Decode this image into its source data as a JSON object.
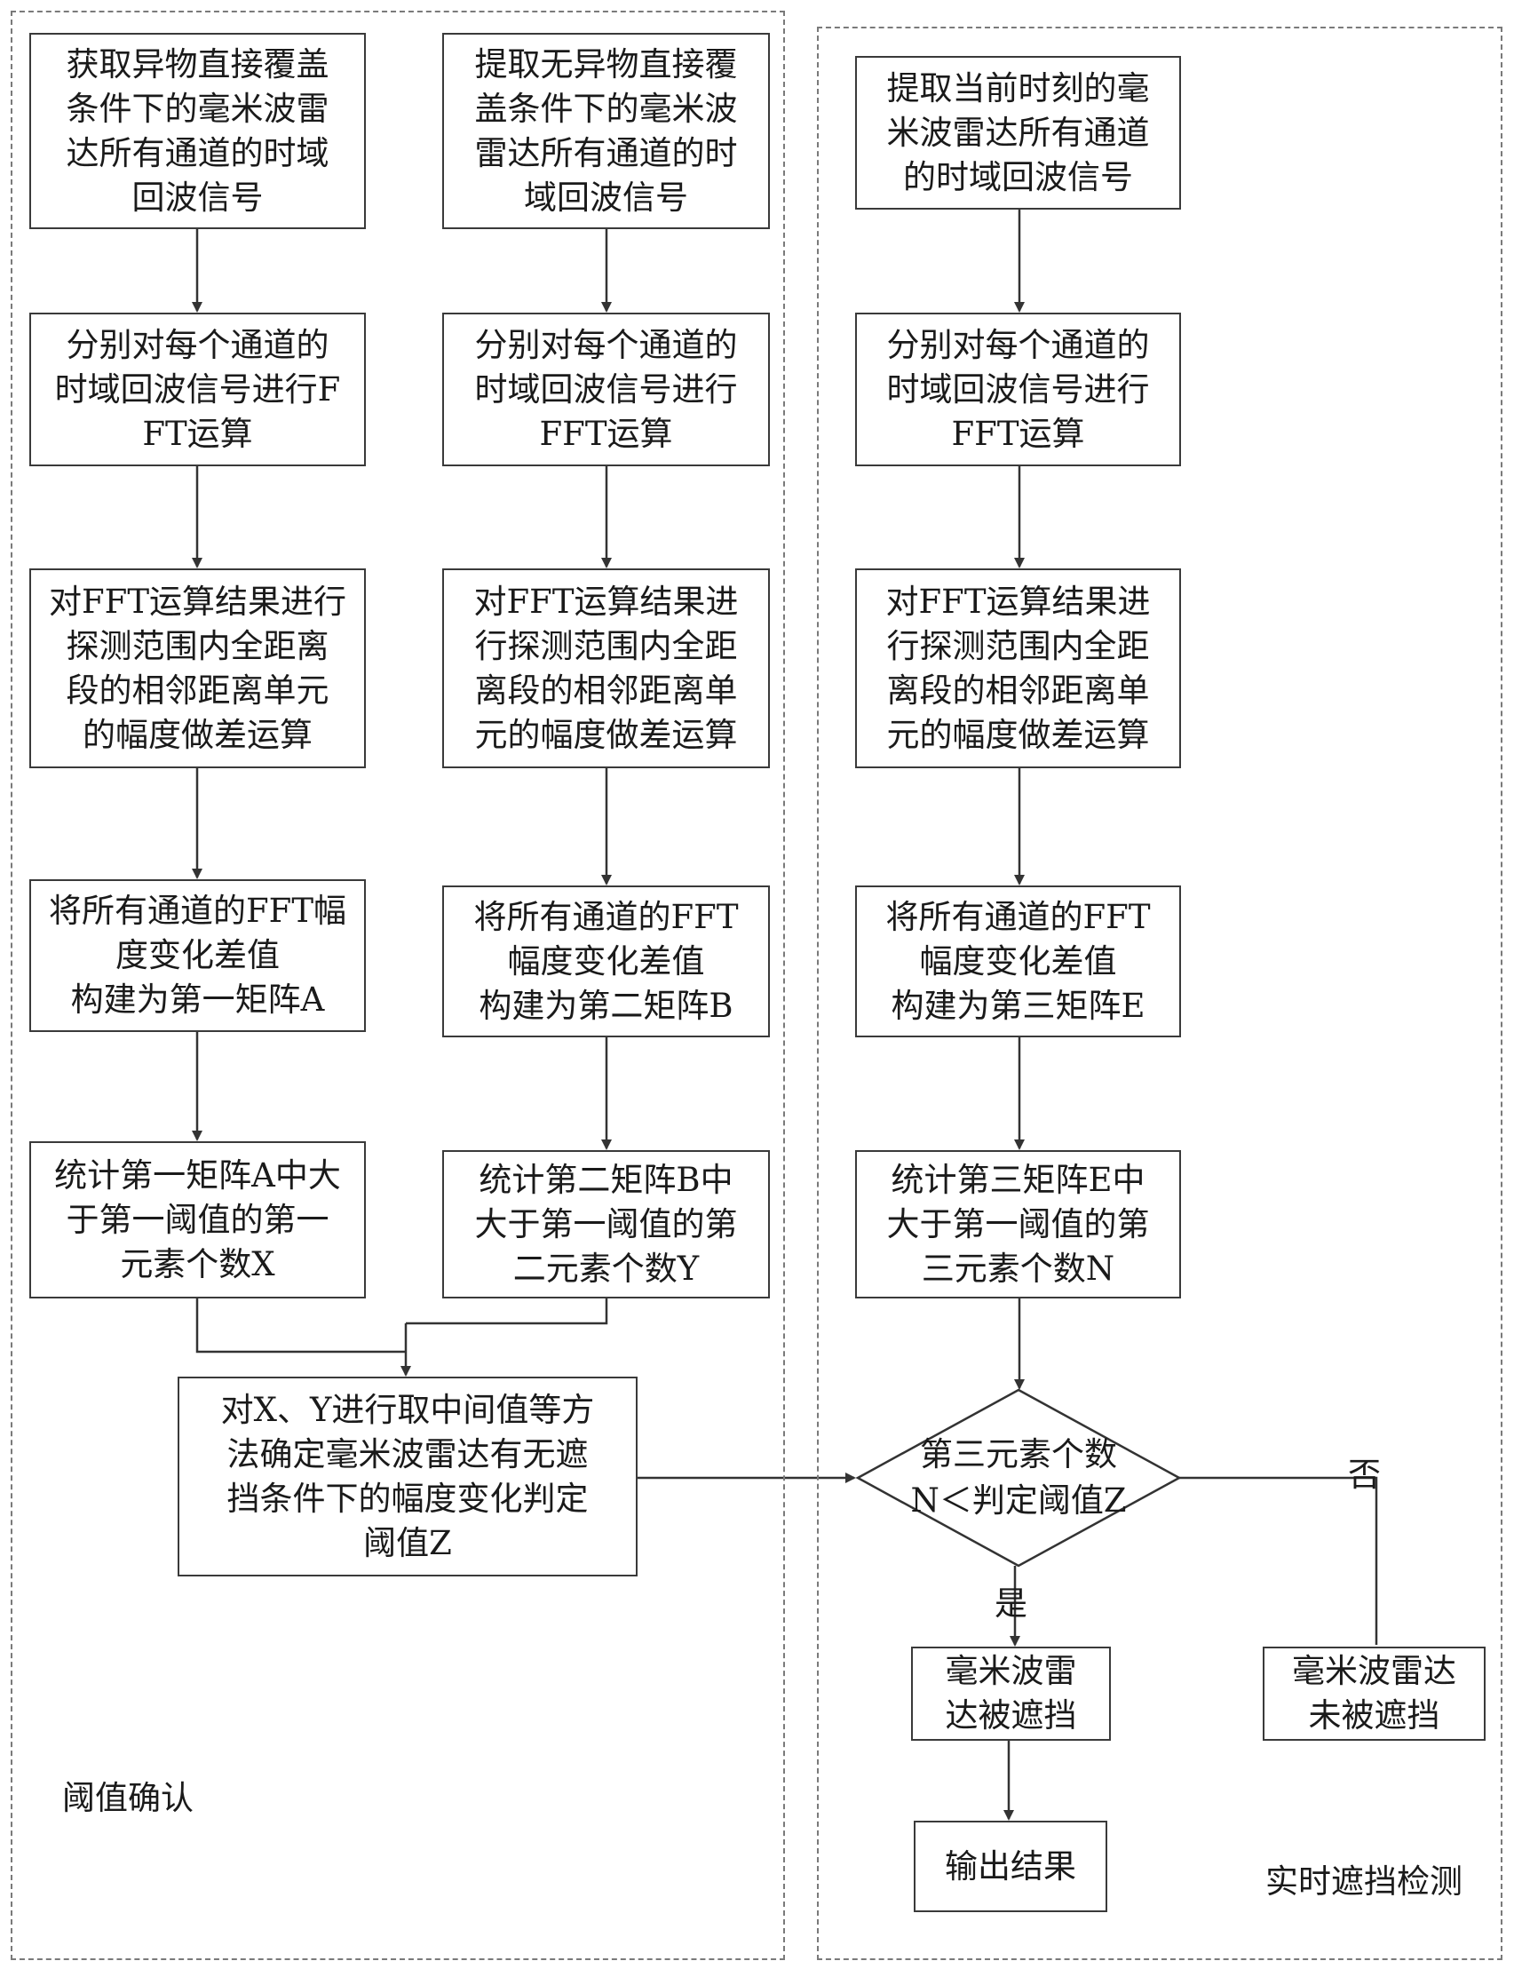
{
  "regions": {
    "threshold": {
      "label": "阈值确认"
    },
    "realtime": {
      "label": "实时遮挡检测"
    }
  },
  "nodes": {
    "a1": "获取异物直接覆盖\n条件下的毫米波雷\n达所有通道的时域\n回波信号",
    "a2": "分别对每个通道的\n时域回波信号进行F\nFT运算",
    "a3": "对FFT运算结果进行\n探测范围内全距离\n段的相邻距离单元\n的幅度做差运算",
    "a4": "将所有通道的FFT幅\n度变化差值\n构建为第一矩阵A",
    "a5": "统计第一矩阵A中大\n于第一阈值的第一\n元素个数X",
    "b1": "提取无异物直接覆\n盖条件下的毫米波\n雷达所有通道的时\n域回波信号",
    "b2": "分别对每个通道的\n时域回波信号进行\nFFT运算",
    "b3": "对FFT运算结果进\n行探测范围内全距\n离段的相邻距离单\n元的幅度做差运算",
    "b4": "将所有通道的FFT\n幅度变化差值\n构建为第二矩阵B",
    "b5": "统计第二矩阵B中\n大于第一阈值的第\n二元素个数Y",
    "z": "对X、Y进行取中间值等方\n法确定毫米波雷达有无遮\n挡条件下的幅度变化判定\n阈值Z",
    "e1": "提取当前时刻的毫\n米波雷达所有通道\n的时域回波信号",
    "e2": "分别对每个通道的\n时域回波信号进行\nFFT运算",
    "e3": "对FFT运算结果进\n行探测范围内全距\n离段的相邻距离单\n元的幅度做差运算",
    "e4": "将所有通道的FFT\n幅度变化差值\n构建为第三矩阵E",
    "e5": "统计第三矩阵E中\n大于第一阈值的第\n三元素个数N",
    "decision": "第三元素个数\nN＜判定阈值Z",
    "blocked": "毫米波雷\n达被遮挡",
    "not_blocked": "毫米波雷达\n未被遮挡",
    "output": "输出结果"
  },
  "branches": {
    "yes": "是",
    "no": "否"
  }
}
